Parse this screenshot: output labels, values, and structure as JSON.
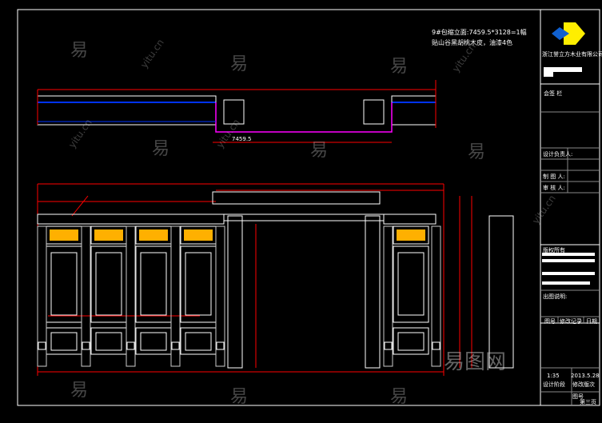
{
  "notes": {
    "line1": "9#包缩立面:7459.5*3128=1幅",
    "line2": "贴山谷黑胡桃木皮，油漆4色"
  },
  "colors": {
    "dim": "#ff0000",
    "ornament": "#ffb000",
    "plan_blue": "#0033ff",
    "plan_magenta": "#ff00ff",
    "logo_yellow": "#ffee00",
    "logo_blue": "#1060d0"
  },
  "title_block": {
    "company": "浙江誉立方木业有限公司",
    "countersign": "会签 栏",
    "designer_lead": "设计负责人:",
    "drawn_by": "制 图 人:",
    "checked_by": "审 核 人:",
    "copyright": "版权所有",
    "drawing_notes": "出图说明:",
    "table_headers": [
      "图号",
      "修改记录",
      "日期"
    ],
    "scale": "1:35",
    "date": "2013.5.28",
    "design_stage": "设计阶段",
    "revision": "修改版次",
    "sheet_label": "图号",
    "page": "第三页"
  },
  "dimensions": {
    "overall_width": "7459.5"
  },
  "watermark": {
    "glyph": "易",
    "site": "yitu.cn",
    "brand": "易图网"
  }
}
